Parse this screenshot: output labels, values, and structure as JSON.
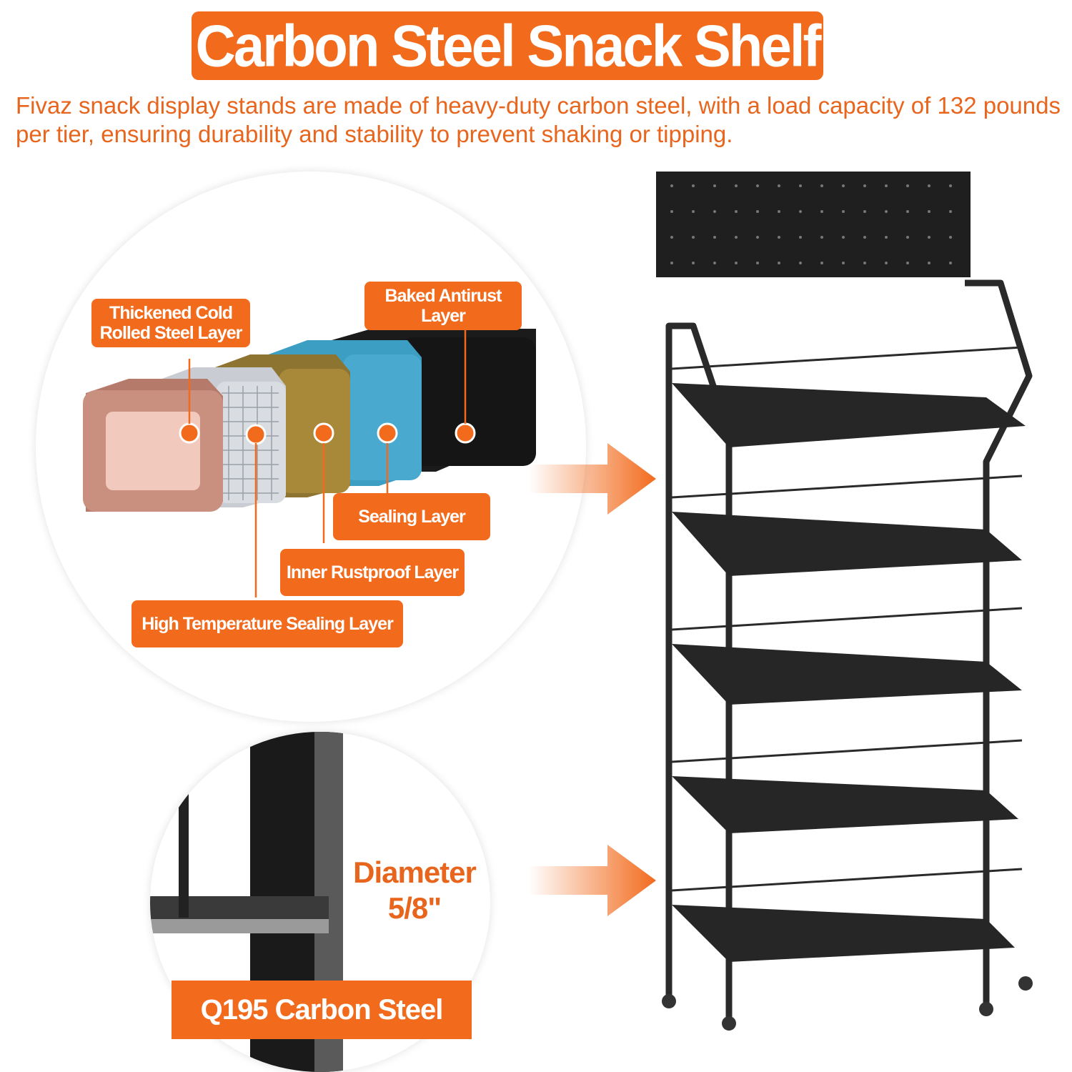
{
  "title": "Carbon Steel Snack Shelf",
  "description": "Fivaz snack display stands are made of heavy-duty carbon steel, with a load capacity of 132 pounds per tier, ensuring durability and stability to prevent shaking or tipping.",
  "layers": {
    "thickened": "Thickened Cold Rolled Steel Layer",
    "baked": "Baked Antirust Layer",
    "sealing": "Sealing Layer",
    "inner": "Inner Rustproof Layer",
    "high_temp": "High Temperature Sealing Layer"
  },
  "tube": {
    "diameter_label": "Diameter",
    "diameter_value": "5/8\"",
    "material": "Q195 Carbon Steel"
  },
  "colors": {
    "accent": "#f26b1d",
    "text_accent": "#e8651d",
    "shelf": "#2a2a2a"
  }
}
